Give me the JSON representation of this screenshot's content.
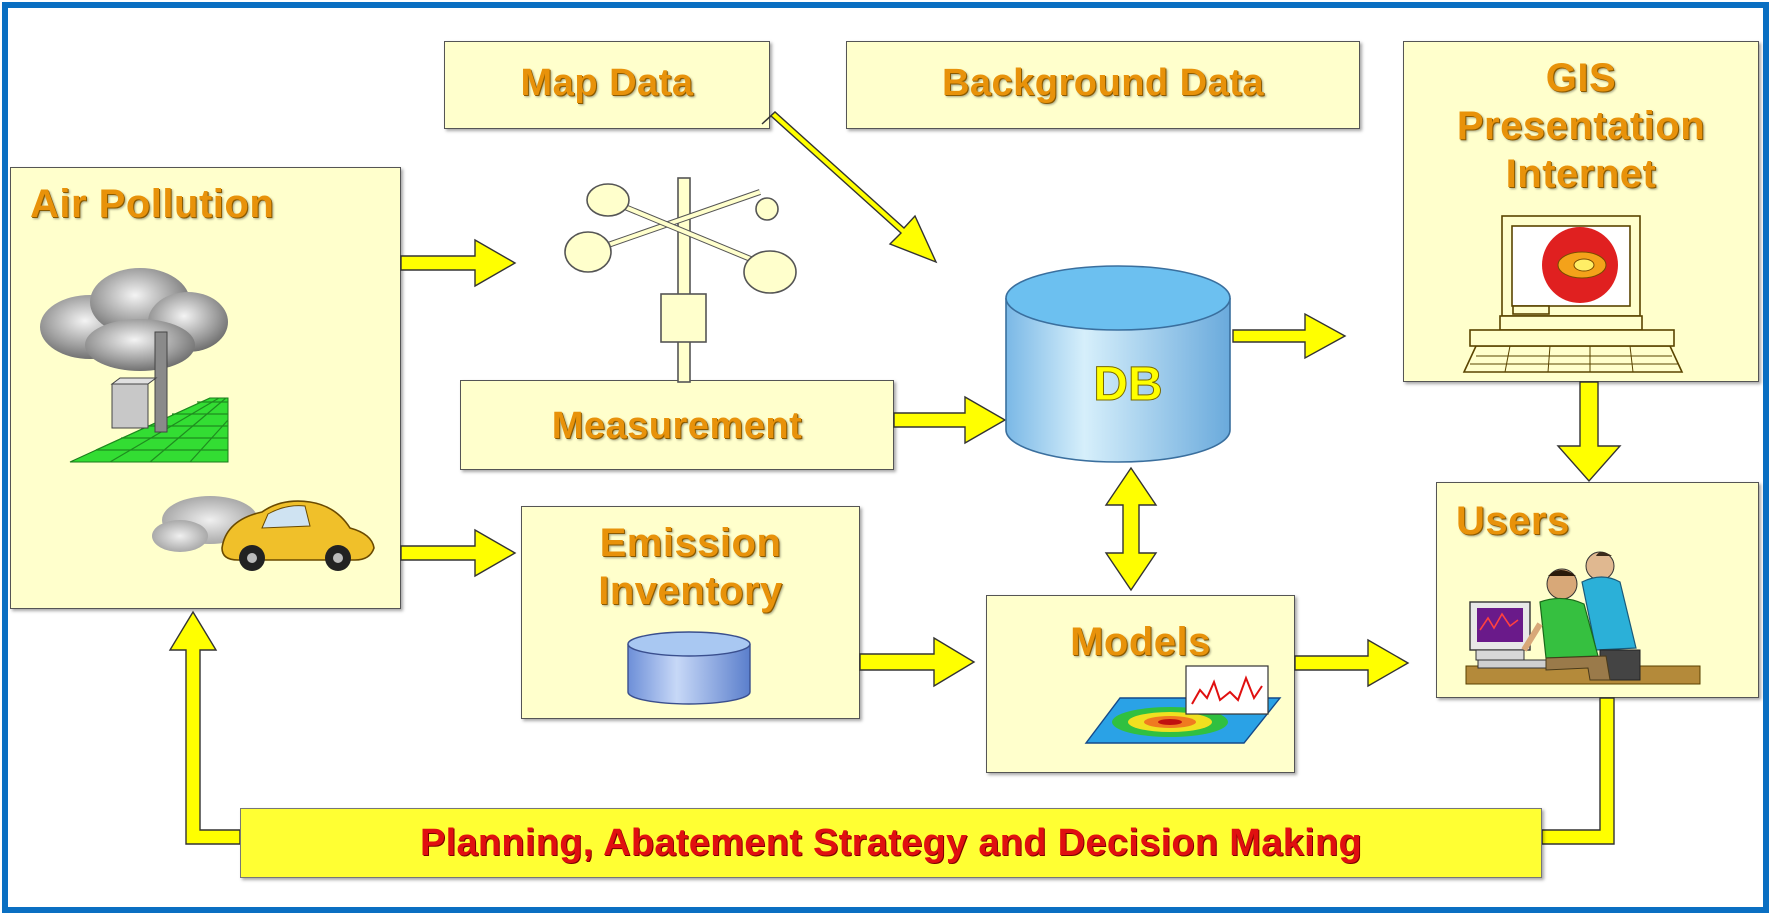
{
  "diagram": {
    "boxes": {
      "map_data": "Map Data",
      "background_data": "Background Data",
      "gis_line1": "GIS",
      "gis_line2": "Presentation",
      "gis_line3": "Internet",
      "air_pollution": "Air Pollution",
      "measurement": "Measurement",
      "db": "DB",
      "emission_line1": "Emission",
      "emission_line2": "Inventory",
      "models": "Models",
      "users": "Users"
    },
    "banner": "Planning, Abatement Strategy and Decision Making"
  },
  "colors": {
    "frame": "#0a6fc2",
    "box_fill": "#ffffcc",
    "label_text": "#e8920a",
    "arrow_fill": "#ffff00",
    "banner_fill": "#ffff33",
    "banner_text": "#e01010",
    "db_fill": "#a8d8f5"
  },
  "icons": [
    "anemometer-icon",
    "factory-smoke-icon",
    "car-exhaust-icon",
    "database-icon",
    "computer-monitor-icon",
    "model-plot-icon",
    "users-at-computer-icon"
  ]
}
